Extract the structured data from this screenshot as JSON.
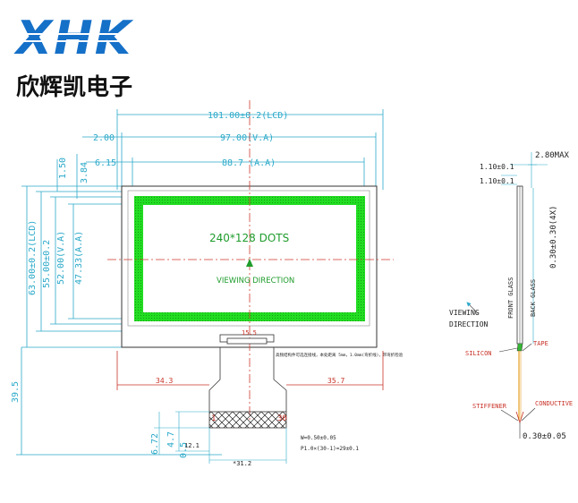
{
  "logo": {
    "text": "XHK",
    "color": "#1570c8"
  },
  "company_name": "欣辉凯电子",
  "dimensions": {
    "lcd_width": "101.00±0.2(LCD)",
    "va_width": "97.00(V.A)",
    "aa_width": "88.7 (A.A)",
    "left_offset_outer": "2.00",
    "left_offset_inner": "6.15",
    "top_offset_1": "1.50",
    "top_offset_2": "3.84",
    "lcd_height": "63.00±0.2(LCD)",
    "height_2": "55.00±0.2",
    "va_height": "52.00(V.A)",
    "aa_height": "47.33(A.A)",
    "tail_left": "34.3",
    "tail_right": "35.7",
    "tail_total": "39.5",
    "connector_width": "15.5",
    "pitch_w": "W=0.50±0.05",
    "pitch_p": "P1.0×(30-1)=29±0.1",
    "pin_width": "*31.2",
    "stiffener_len": "12.1",
    "bottom_a": "6.72",
    "bottom_b": "4.7",
    "bottom_c": "0.5",
    "side_top": "1.10±0.1",
    "side_top_2": "1.10±0.1",
    "side_max": "2.80MAX",
    "side_thickness": "0.30±0.30(4X)",
    "side_bottom": "0.30±0.05"
  },
  "display": {
    "dots": "240*128 DOTS",
    "viewing_direction": "VIEWING DIRECTION",
    "active_color": "#22dd22"
  },
  "fpc": {
    "pin1": "1",
    "pin30": "30",
    "note": "高频结构件可选连接线，本处距离 5mm，1.0mm(弯折线)，带弯折检验"
  },
  "side_view": {
    "front_glass": "FRONT GLASS",
    "back_glass": "BACK GLASS",
    "silicon": "SILICON",
    "tape": "TAPE",
    "stiffener": "STIFFENER",
    "conductive": "CONDUCTIVE",
    "viewing_word": "VIEWING",
    "direction_word": "DIRECTION"
  }
}
